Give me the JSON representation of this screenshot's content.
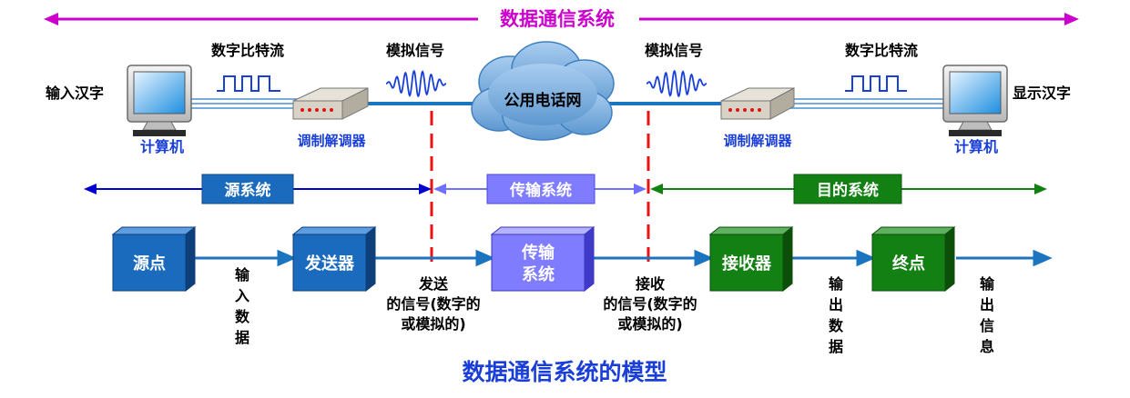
{
  "top": {
    "system_title": "数据通信系统"
  },
  "comm": {
    "input_label": "输入汉字",
    "output_label": "显示汉字",
    "computer_left": "计算机",
    "computer_right": "计算机",
    "digital_left": "数字比特流",
    "digital_right": "数字比特流",
    "analog_left": "模拟信号",
    "analog_right": "模拟信号",
    "modem_left": "调制解调器",
    "modem_right": "调制解调器",
    "network": "公用电话网"
  },
  "systems": {
    "source": "源系统",
    "transmission": "传输系统",
    "destination": "目的系统"
  },
  "blocks": {
    "source_point": "源点",
    "transmitter": "发送器",
    "transmission_l1": "传输",
    "transmission_l2": "系统",
    "receiver": "接收器",
    "destination_point": "终点"
  },
  "flow": {
    "input_data": [
      "输",
      "入",
      "数",
      "据"
    ],
    "sent_signal": [
      "发送",
      "的信号(数字的",
      "或模拟的)"
    ],
    "received_signal": [
      "接收",
      "的信号(数字的",
      "或模拟的)"
    ],
    "output_data": [
      "输",
      "出",
      "数",
      "据"
    ],
    "output_info": [
      "输",
      "出",
      "信",
      "息"
    ]
  },
  "caption": "数据通信系统的模型",
  "colors": {
    "magenta": "#cc00cc",
    "blue_dark": "#1060b0",
    "navy_arrow": "#0000cc",
    "purple": "#7070ff",
    "green": "#138013",
    "red_dash": "#ee1111",
    "cloud": "#6fa8dc",
    "caption": "#1a3fd8"
  }
}
